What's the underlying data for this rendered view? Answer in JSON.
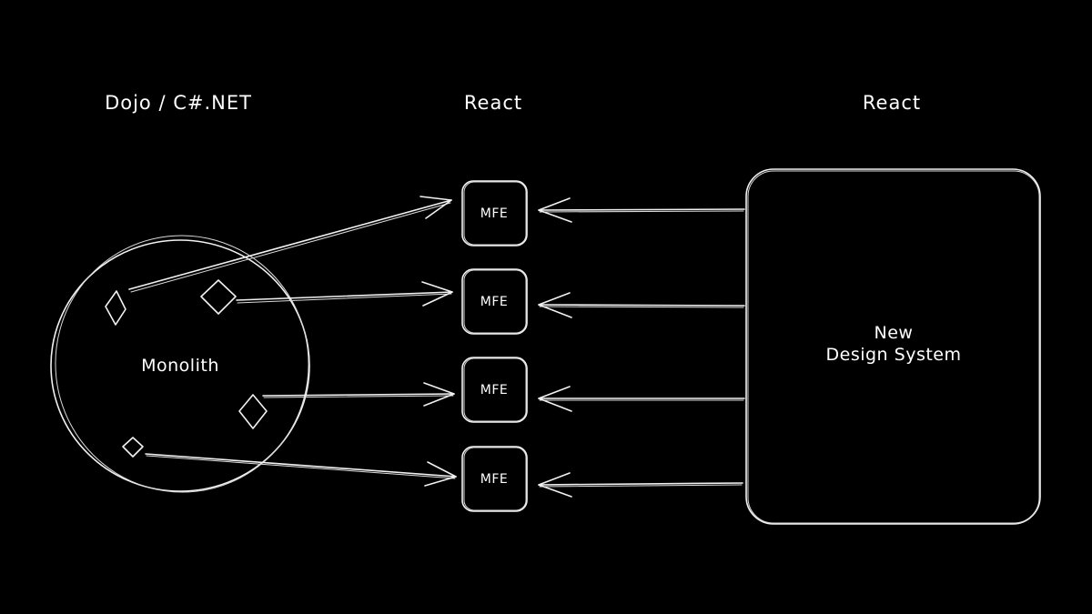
{
  "headers": {
    "left": "Dojo / C#.NET",
    "middle": "React",
    "right": "React"
  },
  "monolith": {
    "label": "Monolith"
  },
  "mfe_boxes": [
    {
      "label": "MFE"
    },
    {
      "label": "MFE"
    },
    {
      "label": "MFE"
    },
    {
      "label": "MFE"
    }
  ],
  "design_system": {
    "line1": "New",
    "line2": "Design System"
  },
  "colors": {
    "background": "#000000",
    "stroke": "#f2f2f2"
  }
}
